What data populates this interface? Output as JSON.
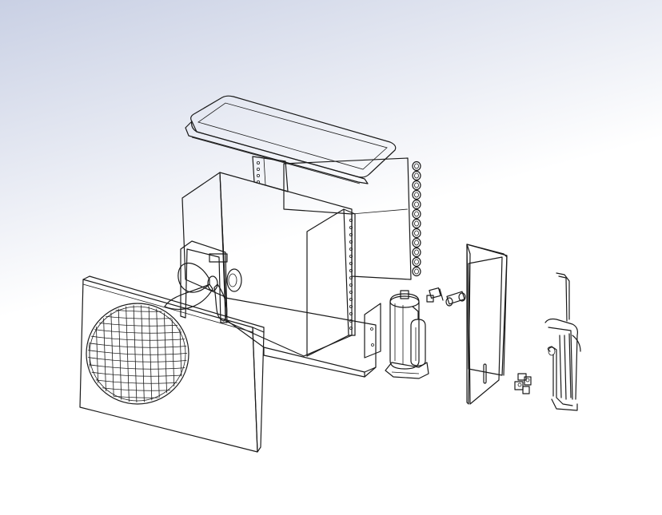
{
  "colors": {
    "background_top": "#c9d0e4",
    "background_bottom": "#ffffff",
    "panel_face": "#ffffff",
    "panel_shade": "#d7c9dc",
    "panel_shade_dark": "#c4b3cb",
    "line": "#1a1a1a"
  },
  "parts": [
    {
      "id": "top-cover",
      "kind": "panel"
    },
    {
      "id": "condenser-coil",
      "kind": "heat-exchanger"
    },
    {
      "id": "base-chassis",
      "kind": "frame"
    },
    {
      "id": "left-side-panel",
      "kind": "panel"
    },
    {
      "id": "fan-motor-bracket",
      "kind": "bracket"
    },
    {
      "id": "axial-fan-blade",
      "kind": "fan"
    },
    {
      "id": "front-panel-with-grille",
      "kind": "panel"
    },
    {
      "id": "partition-plate",
      "kind": "panel"
    },
    {
      "id": "rotary-compressor",
      "kind": "compressor"
    },
    {
      "id": "service-valves",
      "kind": "valve"
    },
    {
      "id": "right-side-panel",
      "kind": "panel"
    },
    {
      "id": "connection-valves",
      "kind": "valve"
    },
    {
      "id": "refrigerant-piping",
      "kind": "piping"
    }
  ]
}
